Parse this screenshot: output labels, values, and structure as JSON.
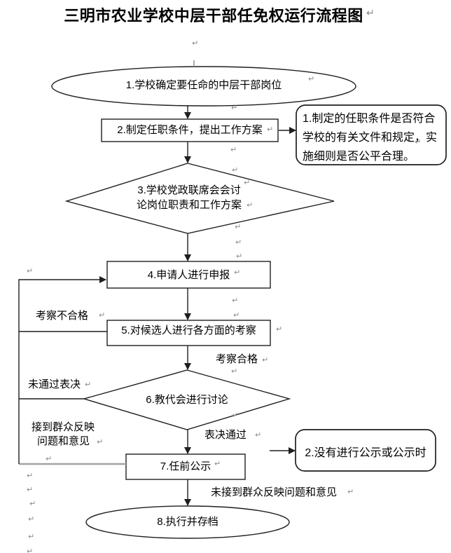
{
  "page": {
    "title": "三明市农业学校中层干部任免权运行流程图"
  },
  "flowchart": {
    "nodes": {
      "step1": {
        "shape": "ellipse",
        "label": "1.学校确定要任命的中层干部岗位"
      },
      "step2": {
        "shape": "rectangle",
        "label": "2.制定任职条件，提出工作方案"
      },
      "step3": {
        "shape": "diamond",
        "label": "3.学校党政联席会会讨论岗位职责和工作方案"
      },
      "step4": {
        "shape": "rectangle",
        "label": "4.申请人进行申报"
      },
      "step5": {
        "shape": "rectangle",
        "label": "5.对候选人进行各方面的考察"
      },
      "step6": {
        "shape": "diamond",
        "label": "6.教代会进行讨论"
      },
      "step7": {
        "shape": "rectangle",
        "label": "7.任前公示"
      },
      "step8": {
        "shape": "ellipse",
        "label": "8.执行并存档"
      }
    },
    "callouts": {
      "note1": {
        "label": "1.制定的任职条件是否符合学校的有关文件和规定，实施细则是否公平合理。"
      },
      "note2": {
        "label": "2.没有进行公示或公示时"
      }
    },
    "edge_labels": {
      "inspection_failed": "考察不合格",
      "inspection_passed": "考察合格",
      "vote_not_passed": "未通过表决",
      "vote_passed": "表决通过",
      "feedback_received_line1": "接到群众反映",
      "feedback_received_line2": "问题和意见",
      "no_feedback_received": "未接到群众反映问题和意见"
    }
  },
  "decorations": {
    "return_mark": "↵"
  },
  "colors": {
    "line": "#1f1f1f",
    "feedback_line_gray": "#a3a3a3",
    "text": "#000000",
    "background": "#ffffff"
  }
}
